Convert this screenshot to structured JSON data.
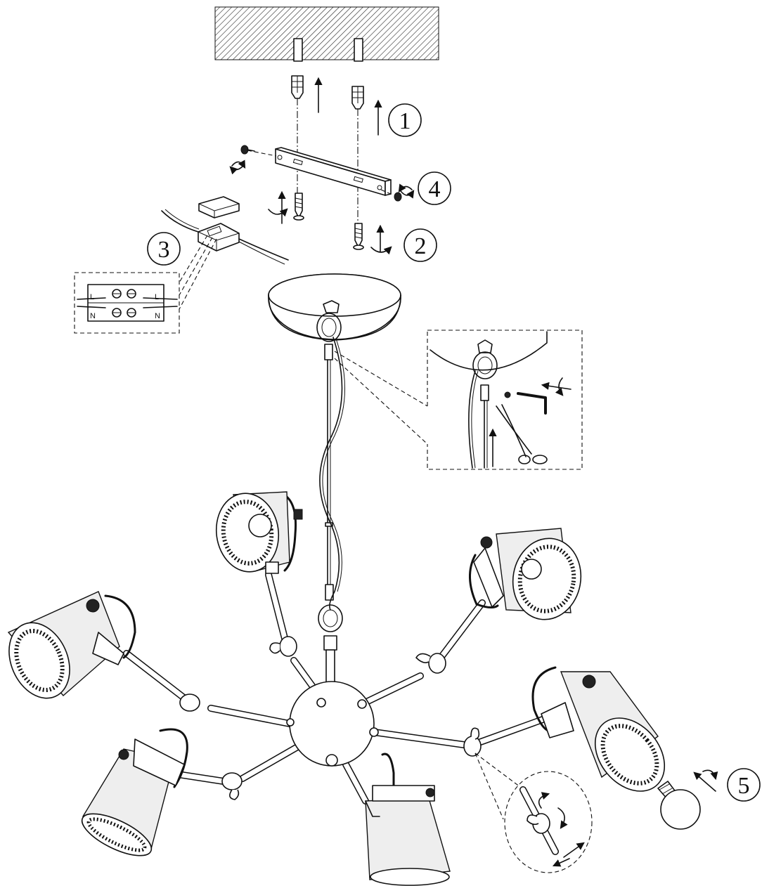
{
  "steps": [
    "1",
    "2",
    "3",
    "4",
    "5"
  ],
  "terminal_block": {
    "live_label": "L",
    "neutral_label": "N"
  },
  "lamp_heads": 6,
  "colors": {
    "line": "#111111",
    "paper": "#ffffff"
  }
}
